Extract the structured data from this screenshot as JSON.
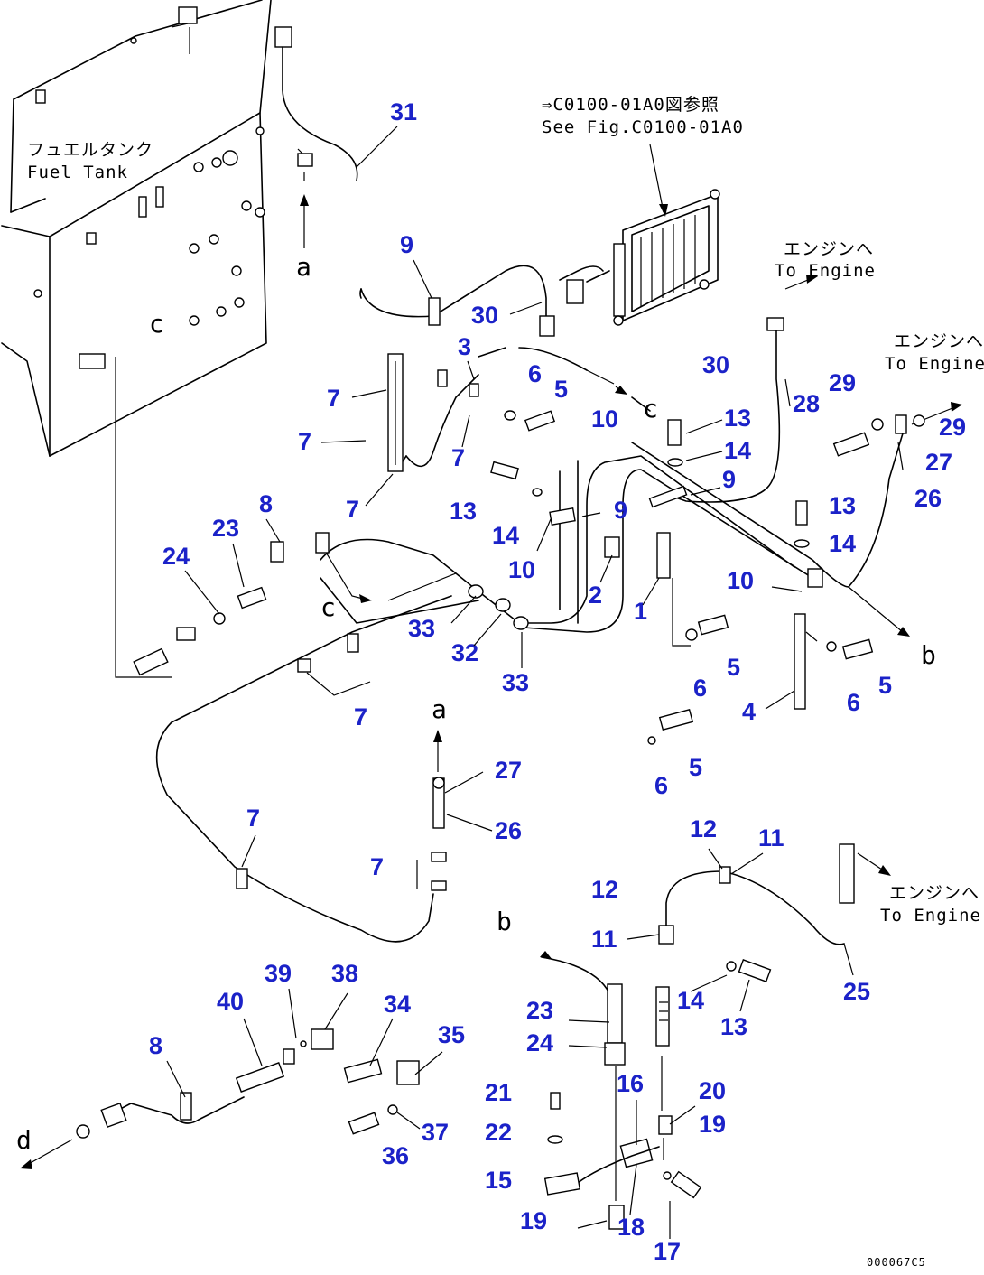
{
  "labels": {
    "fuel_tank_jp": "フュエルタンク",
    "fuel_tank_en": "Fuel Tank",
    "see_fig_jp": "⇒C0100-01A0図参照",
    "see_fig_en": "See Fig.C0100-01A0",
    "to_engine_jp": "エンジンへ",
    "to_engine_en_1": "To Engine",
    "to_engine_en_2": "To Engine",
    "to_engine_en_3": "To Engine",
    "drawing_code": "000067C5"
  },
  "letters": {
    "a": "a",
    "b": "b",
    "c": "c",
    "d": "d"
  },
  "callouts": [
    "31",
    "9",
    "30",
    "3",
    "7",
    "7",
    "6",
    "5",
    "7",
    "7",
    "30",
    "10",
    "13",
    "14",
    "28",
    "29",
    "29",
    "27",
    "26",
    "13",
    "14",
    "9",
    "9",
    "8",
    "23",
    "24",
    "13",
    "14",
    "10",
    "2",
    "1",
    "10",
    "33",
    "32",
    "33",
    "7",
    "6",
    "5",
    "4",
    "6",
    "5",
    "6",
    "5",
    "27",
    "26",
    "7",
    "7",
    "12",
    "11",
    "12",
    "11",
    "14",
    "13",
    "25",
    "23",
    "24",
    "39",
    "38",
    "40",
    "34",
    "8",
    "35",
    "37",
    "36",
    "16",
    "21",
    "20",
    "19",
    "22",
    "15",
    "19",
    "18",
    "17"
  ]
}
